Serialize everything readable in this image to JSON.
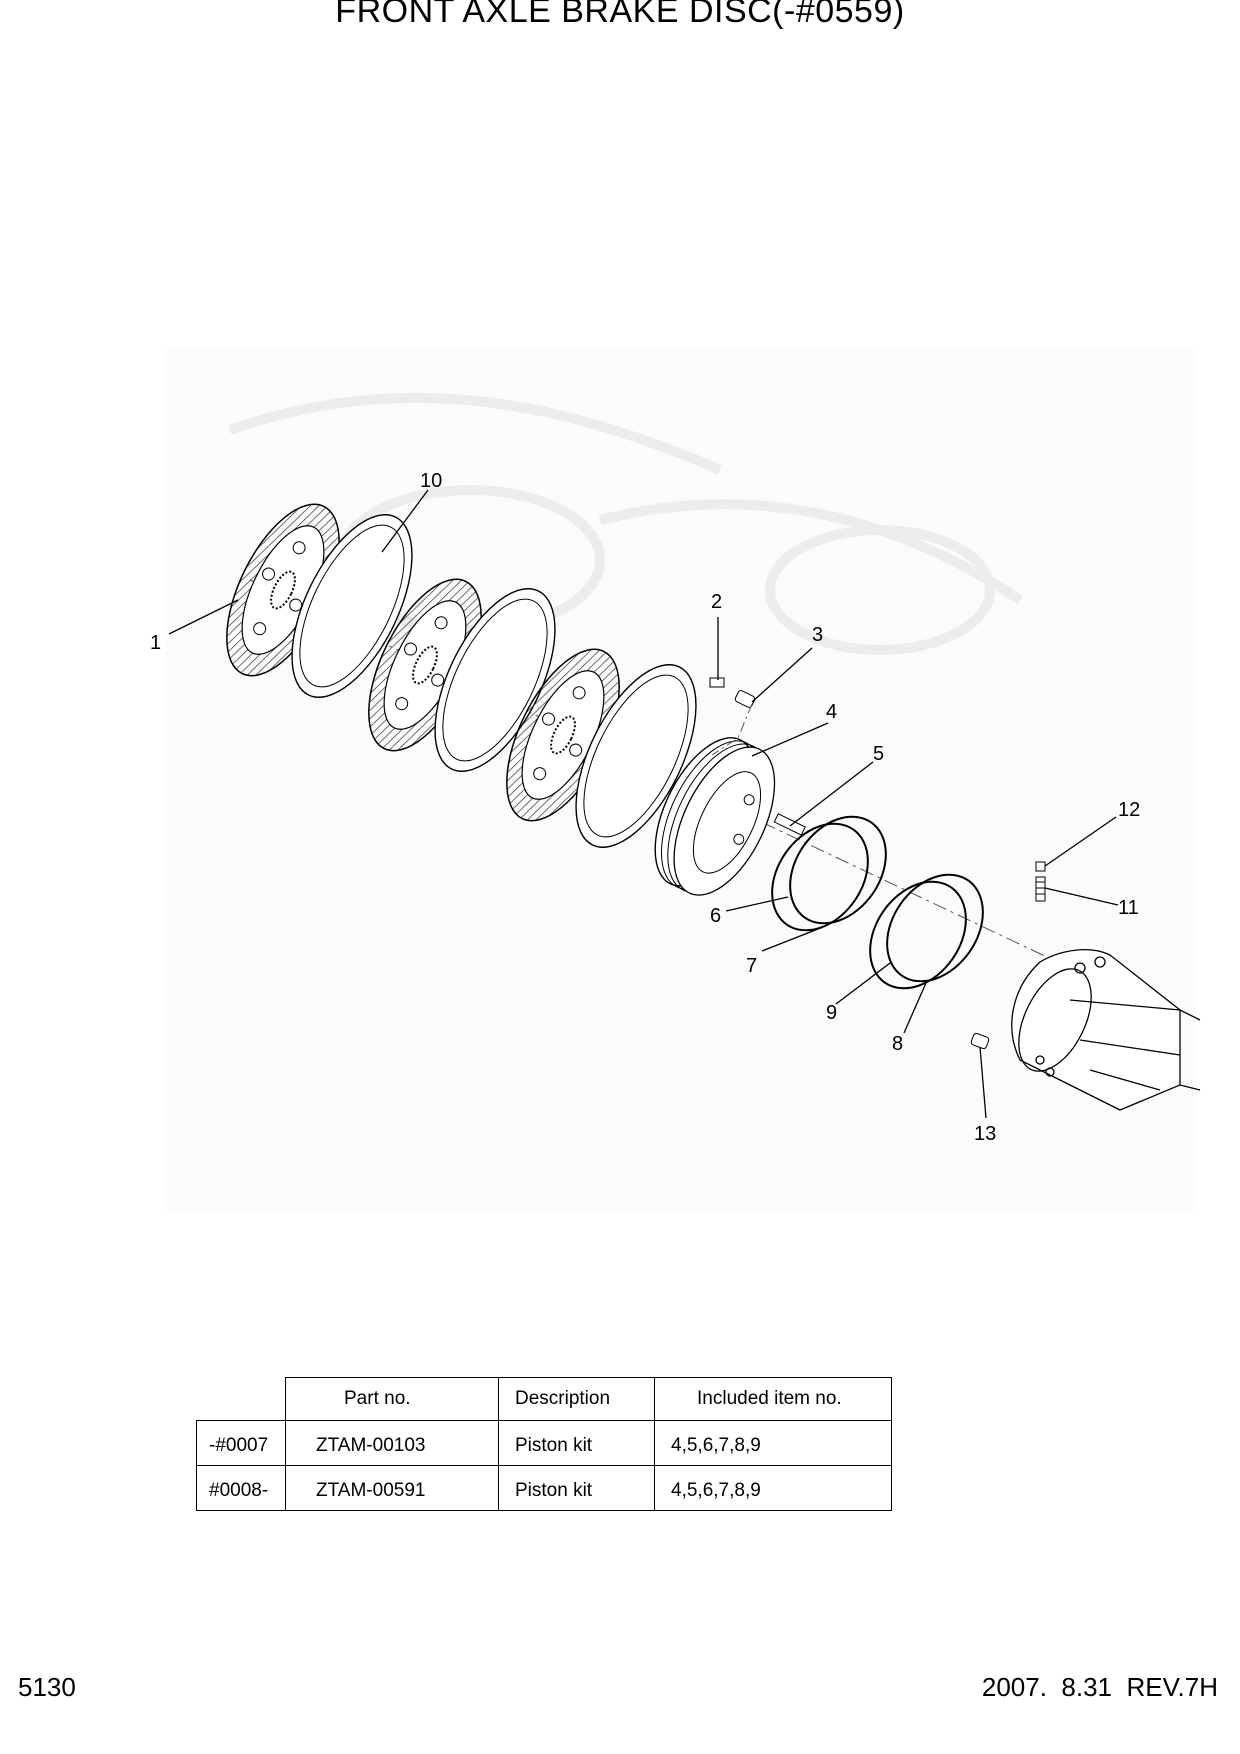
{
  "header": {
    "title": "FRONT AXLE BRAKE DISC(-#0559)"
  },
  "callouts": [
    "1",
    "2",
    "3",
    "4",
    "5",
    "6",
    "7",
    "8",
    "9",
    "10",
    "11",
    "12",
    "13"
  ],
  "table": {
    "headers": [
      "",
      "Part no.",
      "Description",
      "Included item no."
    ],
    "rows": [
      {
        "serial": "-#0007",
        "part_no": "ZTAM-00103",
        "description": "Piston kit",
        "items": "4,5,6,7,8,9"
      },
      {
        "serial": "#0008-",
        "part_no": "ZTAM-00591",
        "description": "Piston kit",
        "items": "4,5,6,7,8,9"
      }
    ]
  },
  "footer": {
    "page_number": "5130",
    "revision": "2007.  8.31  REV.7H"
  }
}
